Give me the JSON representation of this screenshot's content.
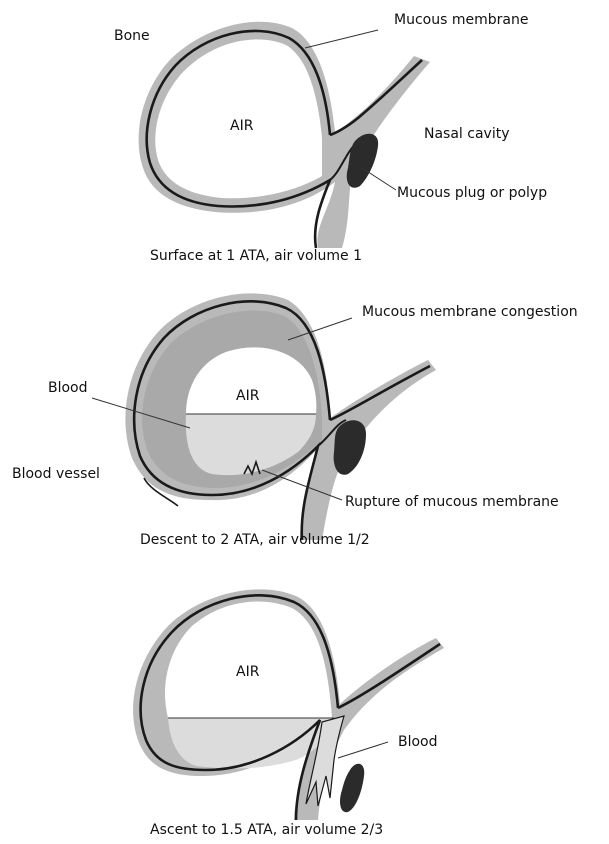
{
  "colors": {
    "mucosa_band": "#b9b9b9",
    "wall_line": "#1a1a1a",
    "blood_fill": "#dcdcdc",
    "congestion_fill": "#a9a9a9",
    "plug": "#2b2b2b",
    "air": "#ffffff"
  },
  "panel1": {
    "air_label": "AIR",
    "bone": "Bone",
    "mucous_membrane": "Mucous membrane",
    "nasal_cavity": "Nasal cavity",
    "plug": "Mucous plug or polyp",
    "caption": "Surface at 1 ATA, air volume 1"
  },
  "panel2": {
    "air_label": "AIR",
    "congestion": "Mucous membrane congestion",
    "blood": "Blood",
    "blood_vessel": "Blood vessel",
    "rupture": "Rupture of mucous membrane",
    "caption": "Descent to 2 ATA, air volume 1/2"
  },
  "panel3": {
    "air_label": "AIR",
    "blood": "Blood",
    "caption": "Ascent to 1.5 ATA, air volume 2/3"
  }
}
